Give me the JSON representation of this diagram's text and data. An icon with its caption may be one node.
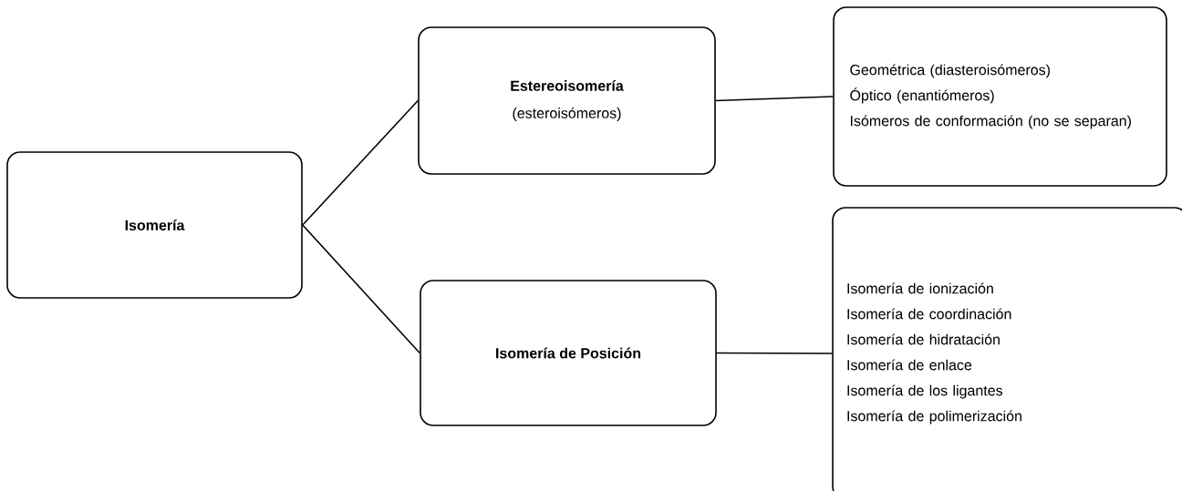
{
  "diagram": {
    "nodes": [
      {
        "text": [
          "Isomería"
        ]
      },
      {
        "text": [
          "Estereoisomería",
          "(esteroisómeros)"
        ]
      },
      {
        "text": [
          "Geométrica (diasteroisómeros)",
          "Óptico (enantiómeros)",
          "Isómeros de conformación (no se separan)"
        ]
      },
      {
        "text": [
          "Isomería de Posición"
        ]
      },
      {
        "text": [
          "Isomería de ionización",
          "Isomería de coordinación",
          "Isomería de hidratación",
          "Isomería de enlace",
          "Isomería de los ligantes",
          "Isomería de polimerización"
        ]
      }
    ],
    "edges": [
      {
        "from": 0,
        "to": 1,
        "arrow": "none"
      },
      {
        "from": 0,
        "to": 3,
        "arrow": "none"
      },
      {
        "from": 1,
        "to": 2,
        "arrow": "none"
      },
      {
        "from": 3,
        "to": 4,
        "arrow": "none"
      }
    ]
  }
}
